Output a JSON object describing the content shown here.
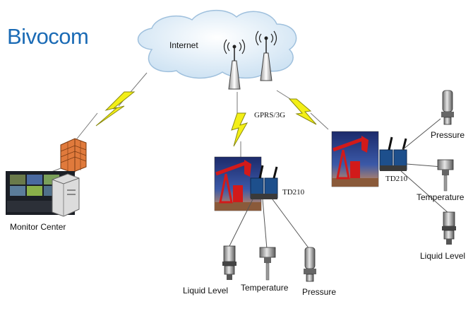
{
  "brand": {
    "name": "Bivocom",
    "color": "#1b6bb5"
  },
  "cloud": {
    "label": "Internet"
  },
  "link_label": "GPRS/3G",
  "monitor": {
    "label": "Monitor Center"
  },
  "site_left": {
    "device": "TD210",
    "sensors": [
      "Liquid Level",
      "Temperature",
      "Pressure"
    ]
  },
  "site_right": {
    "device": "TD210",
    "sensors": [
      "Pressure",
      "Temperature",
      "Liquid Level"
    ]
  },
  "colors": {
    "lightning": "#f3ef16",
    "lightning_outline": "#8a8a10",
    "pump_red": "#d21a1a",
    "firewall": "#e07a3c"
  }
}
